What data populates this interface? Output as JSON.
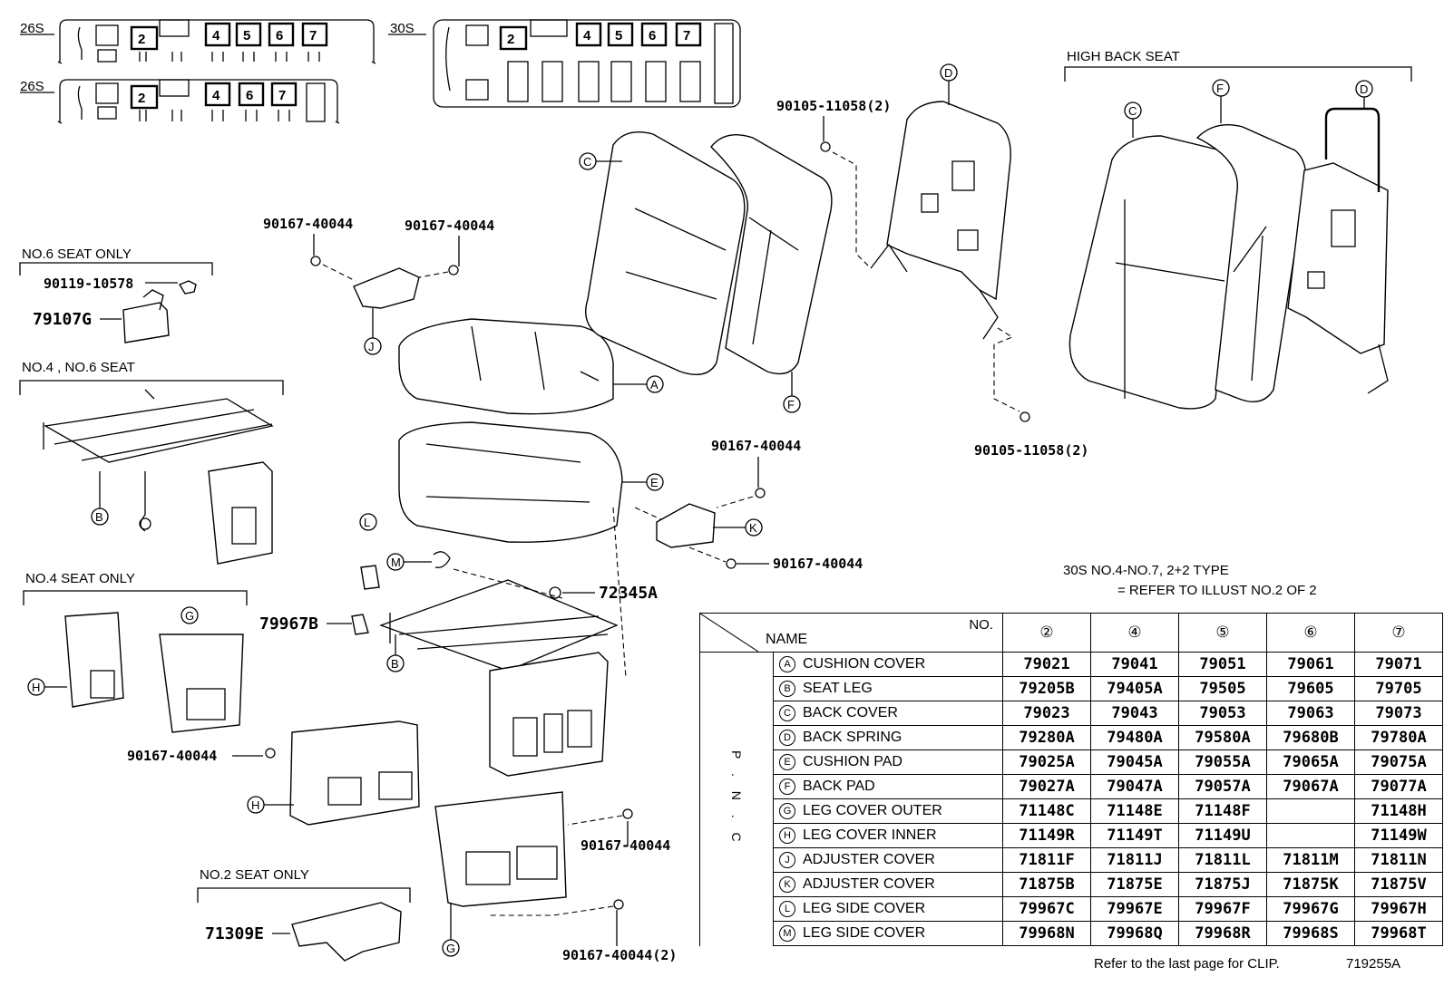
{
  "layout_labels": {
    "26s_top": "26S",
    "26s_bottom": "26S",
    "30s": "30S",
    "seat_numbers_26s_top": [
      "2",
      "4",
      "5",
      "6",
      "7"
    ],
    "seat_numbers_26s_bottom": [
      "2",
      "4",
      "6",
      "7"
    ],
    "seat_numbers_30s": [
      "2",
      "4",
      "5",
      "6",
      "7"
    ]
  },
  "section_labels": {
    "high_back_seat": "HIGH BACK SEAT",
    "no6_seat_only": "NO.6 SEAT ONLY",
    "no4_no6_seat": "NO.4 , NO.6 SEAT",
    "no4_seat_only": "NO.4 SEAT ONLY",
    "no2_seat_only": "NO.2 SEAT ONLY"
  },
  "part_numbers": {
    "p90105_top": "90105-11058(2)",
    "p90105_bottom": "90105-11058(2)",
    "p90167_a": "90167-40044",
    "p90167_b": "90167-40044",
    "p90167_c": "90167-40044",
    "p90167_d": "90167-40044",
    "p90167_e": "90167-40044",
    "p90167_f": "90167-40044",
    "p90167_g": "90167-40044(2)",
    "p90119": "90119-10578",
    "p79107g": "79107G",
    "p72345a": "72345A",
    "p79967b": "79967B",
    "p71309e": "71309E"
  },
  "callouts": {
    "A": "A",
    "B": "B",
    "C": "C",
    "D": "D",
    "E": "E",
    "F": "F",
    "G": "G",
    "H": "H",
    "J": "J",
    "K": "K",
    "L": "L",
    "M": "M"
  },
  "table_note": {
    "line1": "30S  NO.4-NO.7, 2+2 TYPE",
    "line2": "= REFER TO ILLUST NO.2 OF 2"
  },
  "table": {
    "header_no": "NO.",
    "header_name": "NAME",
    "pnc_label": "P . N . C",
    "columns": [
      "②",
      "④",
      "⑤",
      "⑥",
      "⑦"
    ],
    "rows": [
      {
        "key": "A",
        "name": "CUSHION COVER",
        "values": [
          "79021",
          "79041",
          "79051",
          "79061",
          "79071"
        ]
      },
      {
        "key": "B",
        "name": "SEAT LEG",
        "values": [
          "79205B",
          "79405A",
          "79505",
          "79605",
          "79705"
        ]
      },
      {
        "key": "C",
        "name": "BACK COVER",
        "values": [
          "79023",
          "79043",
          "79053",
          "79063",
          "79073"
        ]
      },
      {
        "key": "D",
        "name": "BACK SPRING",
        "values": [
          "79280A",
          "79480A",
          "79580A",
          "79680B",
          "79780A"
        ]
      },
      {
        "key": "E",
        "name": "CUSHION PAD",
        "values": [
          "79025A",
          "79045A",
          "79055A",
          "79065A",
          "79075A"
        ]
      },
      {
        "key": "F",
        "name": "BACK PAD",
        "values": [
          "79027A",
          "79047A",
          "79057A",
          "79067A",
          "79077A"
        ]
      },
      {
        "key": "G",
        "name": "LEG COVER OUTER",
        "values": [
          "71148C",
          "71148E",
          "71148F",
          "",
          "71148H"
        ]
      },
      {
        "key": "H",
        "name": "LEG COVER INNER",
        "values": [
          "71149R",
          "71149T",
          "71149U",
          "",
          "71149W"
        ]
      },
      {
        "key": "J",
        "name": "ADJUSTER COVER",
        "values": [
          "71811F",
          "71811J",
          "71811L",
          "71811M",
          "71811N"
        ]
      },
      {
        "key": "K",
        "name": "ADJUSTER COVER",
        "values": [
          "71875B",
          "71875E",
          "71875J",
          "71875K",
          "71875V"
        ]
      },
      {
        "key": "L",
        "name": "LEG SIDE COVER",
        "values": [
          "79967C",
          "79967E",
          "79967F",
          "79967G",
          "79967H"
        ]
      },
      {
        "key": "M",
        "name": "LEG SIDE COVER",
        "values": [
          "79968N",
          "79968Q",
          "79968R",
          "79968S",
          "79968T"
        ]
      }
    ]
  },
  "footer": {
    "clip_note": "Refer to the last page for CLIP.",
    "illustration_id": "719255A"
  }
}
